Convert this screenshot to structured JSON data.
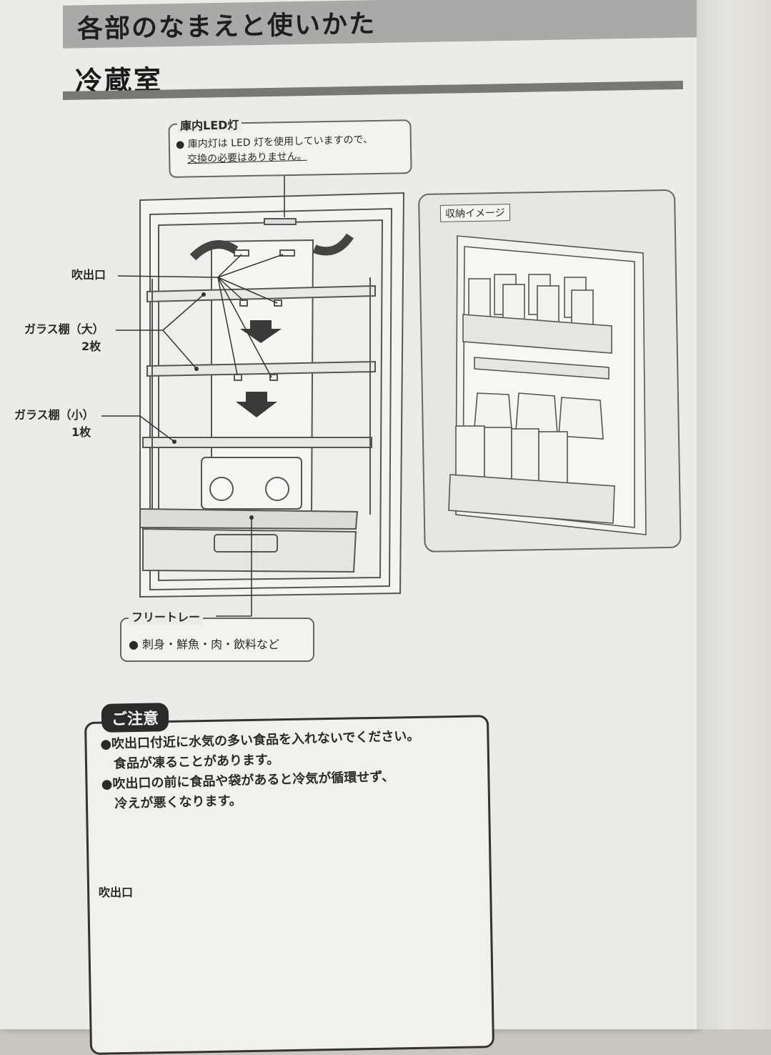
{
  "header": {
    "title": "各部のなまえと使いかた"
  },
  "section": {
    "title": "冷蔵室"
  },
  "led_callout": {
    "title": "庫内LED灯",
    "line1": "● 庫内灯は LED 灯を使用していますので、",
    "line2": "交換の必要はありません。"
  },
  "labels": {
    "vent": "吹出口",
    "glass_large_1": "ガラス棚（大）",
    "glass_large_2": "2枚",
    "glass_small_1": "ガラス棚（小）",
    "glass_small_2": "1枚"
  },
  "storage_image": {
    "label": "収納イメージ"
  },
  "tray_callout": {
    "title": "フリートレー",
    "text": "● 刺身・鮮魚・肉・飲料など"
  },
  "caution": {
    "tag": "ご注意",
    "item1_line1": "●吹出口付近に水気の多い食品を入れないでください。",
    "item1_line2": "食品が凍ることがあります。",
    "item2_line1": "●吹出口の前に食品や袋があると冷気が循環せず、",
    "item2_line2": "冷えが悪くなります。",
    "vent_label": "吹出口"
  },
  "colors": {
    "paper": "#ecebe7",
    "header_band": "#a9aaa7",
    "ink": "#2a2a2a"
  },
  "icons": [
    "down-arrow-icon",
    "curved-arrow-icon"
  ]
}
